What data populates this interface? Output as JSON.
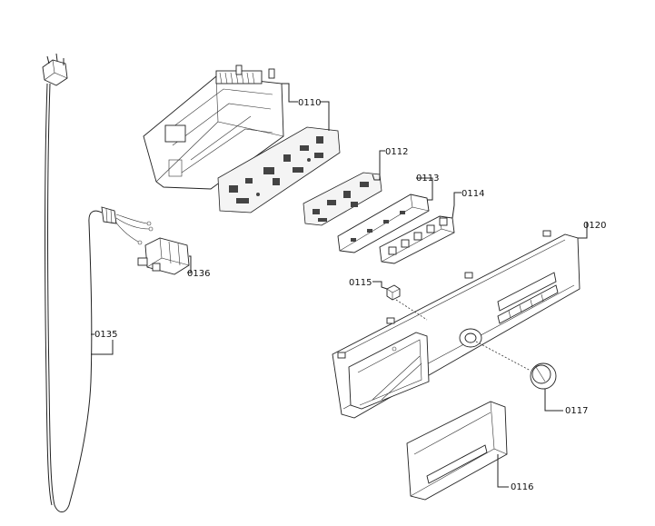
{
  "labels": {
    "p0110": "0110",
    "p0112": "0112",
    "p0113": "0113",
    "p0114": "0114",
    "p0120": "0120",
    "p0115": "0115",
    "p0136": "0136",
    "p0135": "0135",
    "p0117": "0117",
    "p0116": "0116"
  }
}
